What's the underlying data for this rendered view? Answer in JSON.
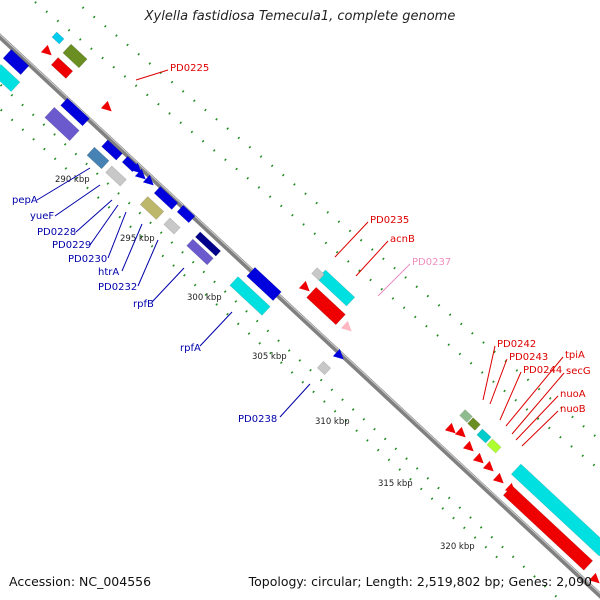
{
  "title": "Xylella fastidiosa Temecula1, complete genome",
  "footer": {
    "accession": "Accession: NC_004556",
    "summary": "Topology: circular; Length: 2,519,802 bp; Genes: 2,090"
  },
  "colors": {
    "forward_label": "#dd0000",
    "reverse_label": "#0000aa",
    "light_label": "#f08fc0",
    "backbone": "#808080",
    "tick": "#228b22"
  },
  "ticks": [
    "290 kbp",
    "295 kbp",
    "300 kbp",
    "305 kbp",
    "310 kbp",
    "315 kbp",
    "320 kbp"
  ],
  "reverse_labels": [
    "pepA",
    "yueF",
    "PD0228",
    "PD0229",
    "PD0230",
    "htrA",
    "PD0232",
    "rpfB",
    "rpfA",
    "PD0238"
  ],
  "forward_labels": [
    "PD0225",
    "PD0235",
    "acnB",
    "PD0237",
    "PD0242",
    "PD0243",
    "PD0244",
    "tpiA",
    "secG",
    "nuoA",
    "nuoB"
  ]
}
